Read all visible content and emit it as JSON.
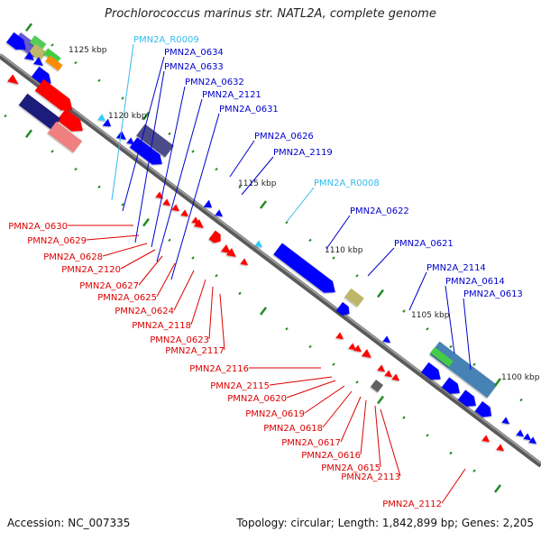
{
  "title": "Prochlorococcus marinus str. NATL2A, complete genome",
  "footer": {
    "accession": "Accession: NC_007335",
    "topology": "Topology: circular; Length: 1,842,899 bp; Genes: 2,205"
  },
  "colors": {
    "backbone": "#808080",
    "forward_gene": "#0000ff",
    "reverse_gene": "#ff0000",
    "rna_gene": "#33ccff",
    "tick": "#228b22",
    "label_forward": "#0000cc",
    "label_rna": "#33bbee",
    "label_reverse": "#dd0000"
  },
  "kbp_ticks": [
    "1125 kbp",
    "1120 kbp",
    "1115 kbp",
    "1110 kbp",
    "1105 kbp",
    "1100 kbp"
  ],
  "forward_labels": [
    {
      "text": "PMN2A_R0009",
      "type": "rna"
    },
    {
      "text": "PMN2A_0634",
      "type": "gene"
    },
    {
      "text": "PMN2A_0633",
      "type": "gene"
    },
    {
      "text": "PMN2A_0632",
      "type": "gene"
    },
    {
      "text": "PMN2A_2121",
      "type": "gene"
    },
    {
      "text": "PMN2A_0631",
      "type": "gene"
    },
    {
      "text": "PMN2A_0626",
      "type": "gene"
    },
    {
      "text": "PMN2A_2119",
      "type": "gene"
    },
    {
      "text": "PMN2A_R0008",
      "type": "rna"
    },
    {
      "text": "PMN2A_0622",
      "type": "gene"
    },
    {
      "text": "PMN2A_0621",
      "type": "gene"
    },
    {
      "text": "PMN2A_2114",
      "type": "gene"
    },
    {
      "text": "PMN2A_0614",
      "type": "gene"
    },
    {
      "text": "PMN2A_0613",
      "type": "gene"
    }
  ],
  "reverse_labels": [
    {
      "text": "PMN2A_0630"
    },
    {
      "text": "PMN2A_0629"
    },
    {
      "text": "PMN2A_0628"
    },
    {
      "text": "PMN2A_2120"
    },
    {
      "text": "PMN2A_0627"
    },
    {
      "text": "PMN2A_0625"
    },
    {
      "text": "PMN2A_0624"
    },
    {
      "text": "PMN2A_2118"
    },
    {
      "text": "PMN2A_0623"
    },
    {
      "text": "PMN2A_2117"
    },
    {
      "text": "PMN2A_2116"
    },
    {
      "text": "PMN2A_2115"
    },
    {
      "text": "PMN2A_0620"
    },
    {
      "text": "PMN2A_0619"
    },
    {
      "text": "PMN2A_0618"
    },
    {
      "text": "PMN2A_0617"
    },
    {
      "text": "PMN2A_0616"
    },
    {
      "text": "PMN2A_0615"
    },
    {
      "text": "PMN2A_2113"
    },
    {
      "text": "PMN2A_2112"
    }
  ]
}
